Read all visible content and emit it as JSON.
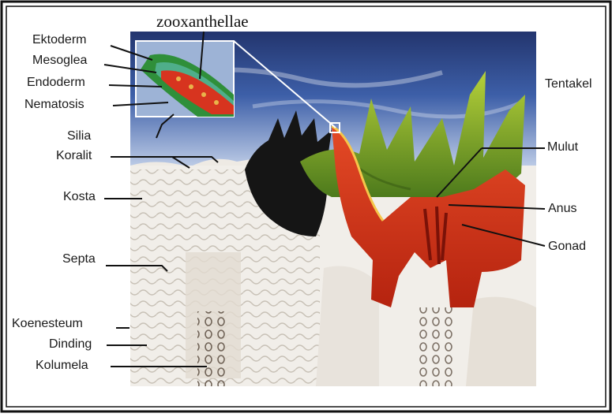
{
  "title": "zooxanthellae",
  "labels_left": [
    "Ektoderm",
    "Mesoglea",
    "Endoderm",
    "Nematosis",
    "Silia",
    "Koralit",
    "Kosta",
    "Septa",
    "Koenesteum",
    "Dinding",
    "Kolumela"
  ],
  "labels_right": [
    "Tentakel",
    "Mulut",
    "Anus",
    "Gonad"
  ],
  "colors": {
    "sky": "#3d5fa8",
    "tissue_red": "#d7341f",
    "tentacle_green": "#8fb52a",
    "dark_polyp": "#151515",
    "skeleton": "#eeeae4",
    "ektoderm_green": "#2f8f3a",
    "endoderm_cells": "#e9b34a"
  }
}
